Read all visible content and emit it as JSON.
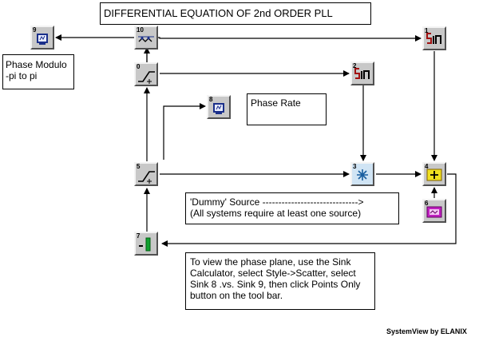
{
  "title": "DIFFERENTIAL EQUATION OF 2nd ORDER PLL",
  "labels": {
    "phase_modulo": "Phase Modulo\n  -pi to pi",
    "phase_rate": "Phase Rate",
    "dummy_source": "'Dummy' Source   ------------------------------>\n(All systems require at least one source)",
    "instructions": "To view the phase plane, use the Sink Calculator, select Style->Scatter, select Sink 8 .vs. Sink 9, then click Points Only button on the tool bar."
  },
  "credit": "SystemView by ELANIX",
  "tokens": [
    {
      "id": "9",
      "icon": "sink-display-icon"
    },
    {
      "id": "10",
      "icon": "modulo-function-icon"
    },
    {
      "id": "0",
      "icon": "integrator-icon"
    },
    {
      "id": "1",
      "icon": "sine-function-icon"
    },
    {
      "id": "2",
      "icon": "sine-function-icon"
    },
    {
      "id": "8",
      "icon": "sink-display-icon"
    },
    {
      "id": "5",
      "icon": "integrator-icon"
    },
    {
      "id": "3",
      "icon": "multiplier-icon"
    },
    {
      "id": "4",
      "icon": "adder-icon"
    },
    {
      "id": "6",
      "icon": "source-icon"
    },
    {
      "id": "7",
      "icon": "gain-icon"
    }
  ]
}
